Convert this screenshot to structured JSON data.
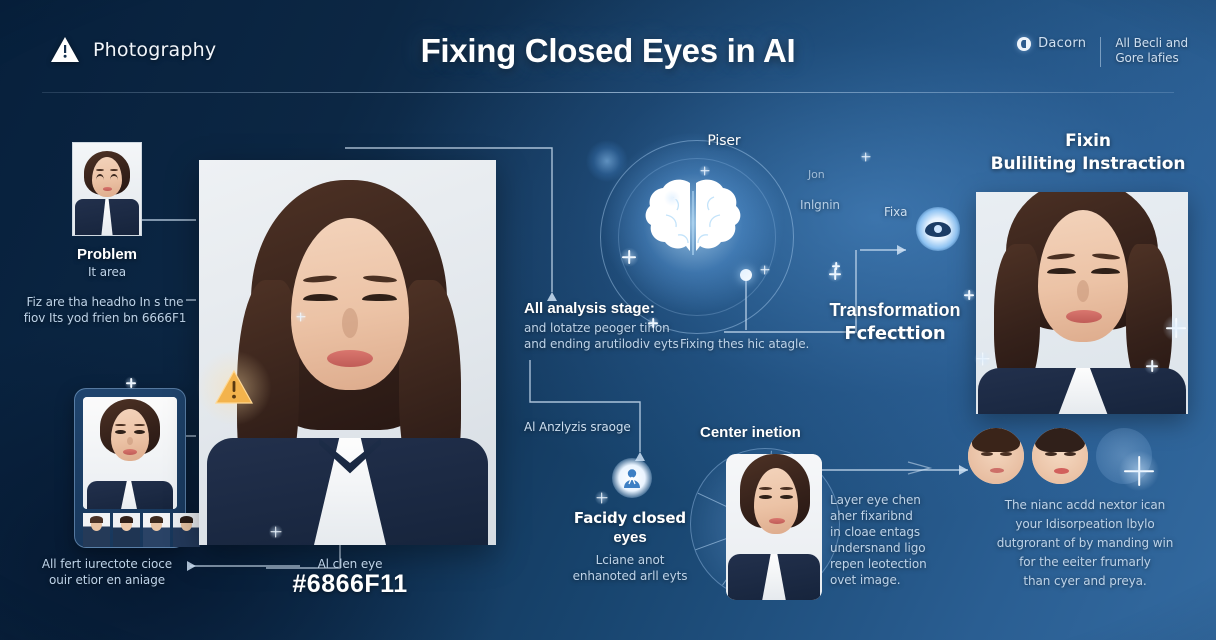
{
  "header": {
    "brand_name": "Photography",
    "brand_icon": "triangle-warning-icon",
    "title": "Fixing Closed Eyes in AI",
    "account_label": "Dacorn",
    "account_icon": "circle-moon-icon",
    "note_line1": "All Becli and",
    "note_line2": "Gore lafies"
  },
  "left": {
    "problem_title": "Problem",
    "problem_sub": "It area",
    "problem_para_line1": "Fiz are tha headho In s tne",
    "problem_para_line2": "fiov Its yod frien bn 6666F1",
    "device_caption_line1": "All fert iurectote cioce",
    "device_caption_line2": "ouir etior en aniage"
  },
  "center_left": {
    "hero_caption_title": "Al clen eye",
    "hero_caption_code": "#6866F11"
  },
  "center": {
    "analysis_title": "All analysis stage:",
    "analysis_line1": "and lotatze peoger tihon",
    "analysis_line2": "and ending arutilodiv eyts",
    "inline_note": "Fixing thes  hic atagle.",
    "brain_label": "Piser",
    "brain_icon": "brain-icon",
    "orbit_label_right": "Inlgnin",
    "orbit_label_small": "Jon",
    "eye_label": "Fixa",
    "eye_icon": "eye-icon",
    "warning_icon": "warning-triangle-icon",
    "warning_label": "Al Anzlyzis sraoge",
    "transform_title_line1": "Transformation",
    "transform_title_line2": "Fcfecttion"
  },
  "bottom_center": {
    "face_icon": "face-scan-icon",
    "closed_title_line1": "Facidy closed",
    "closed_title_line2": "eyes",
    "closed_sub_line1": "Lciane anot",
    "closed_sub_line2": "enhanoted arll eyts",
    "center_label": "Center inetion",
    "scan_para_line1": "Layer eye chen",
    "scan_para_line2": "aher fixaribnd",
    "scan_para_line3": "in cloae entags",
    "scan_para_line4": "undersnand ligo",
    "scan_para_line5": "repen leotection",
    "scan_para_line6": "ovet image."
  },
  "right": {
    "result_title_line1": "Fixin",
    "result_title_line2": "Buliliting Instraction",
    "para_line1": "The nianc acdd nextor ican",
    "para_line2": "your Idisorpeation lbylo",
    "para_line3": "dutgrorant of by manding win",
    "para_line4": "for the eeiter frumarly",
    "para_line5": "than cyer and preya.",
    "sparkle_icon": "sparkle-icon"
  },
  "colors": {
    "bg_dark": "#07203c",
    "bg_light": "#336aa0",
    "accent_glow": "#8dc2f2",
    "text_primary": "#ffffff",
    "text_muted": "#bed3e8"
  }
}
